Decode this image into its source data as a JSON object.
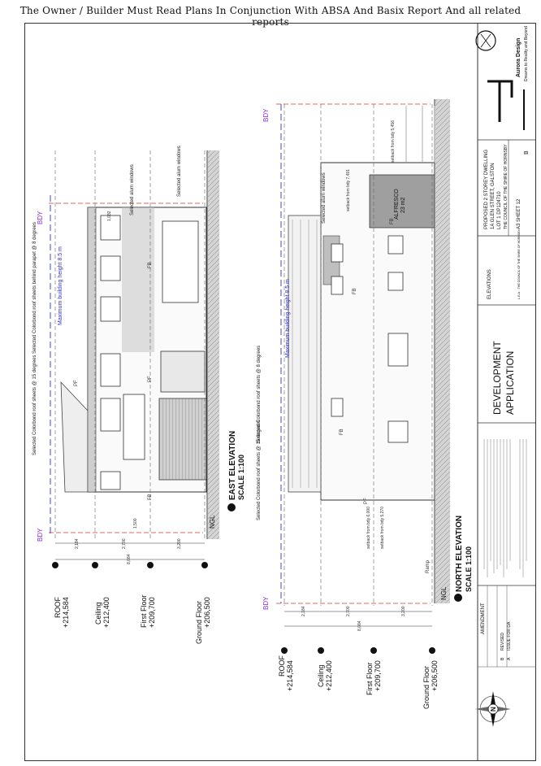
{
  "notice": "The Owner / Builder Must Read Plans In Conjunction With ABSA And Basix Report And all related reports",
  "east": {
    "title": "EAST ELEVATION",
    "scale": "SCALE 1:100",
    "levels": [
      {
        "name": "ROOF",
        "value": "+214,584"
      },
      {
        "name": "Ceiling",
        "value": "+212,400"
      },
      {
        "name": "First Floor",
        "value": "+209,700"
      },
      {
        "name": "Ground Floor",
        "value": "+206,500"
      }
    ],
    "dims": [
      "2,184",
      "2,700",
      "3,200",
      "8,084"
    ],
    "notes": [
      "Selected Colorbond roof sheets @ 15 degrees",
      "Selected Colorbond roof sheets behind parapet @ 8 degrees",
      "Selected alum windows",
      "Selected alum windows"
    ],
    "max_height": "Maximum building height 8.5 m",
    "bdy": "BDY",
    "ngl": "NGL",
    "pf": "PF",
    "fb": "FB",
    "d1500": "1,500",
    "d1032": "1,032"
  },
  "north": {
    "title": "NORTH ELEVATION",
    "scale": "SCALE 1:100",
    "levels": [
      {
        "name": "ROOF",
        "value": "+214,584"
      },
      {
        "name": "Ceiling",
        "value": "+212,400"
      },
      {
        "name": "First Floor",
        "value": "+209,700"
      },
      {
        "name": "Ground Floor",
        "value": "+206,500"
      }
    ],
    "dims": [
      "2,184",
      "2,700",
      "3,200",
      "8,084"
    ],
    "notes": [
      "Selected Colorbond roof sheets @ 15 degrees",
      "Selected Colorbond roof sheets @ 8 degrees",
      "Selected alum windows"
    ],
    "max_height": "Maximum building height 8.5 m",
    "setbacks": [
      "setback from bdy 6,000",
      "setback from bdy 5,270",
      "setback from bdy 7,491",
      "setback from bdy 5,456"
    ],
    "alfresco": "ALFRESCO",
    "alfresco_area": "23 m2",
    "ramp": "Ramp",
    "bdy": "BDY",
    "ngl": "NGL",
    "pf": "PF",
    "fb": "FB"
  },
  "title_block": {
    "logo_name": "Aurora Design",
    "logo_tag": "Dreams to Reality and Beyond",
    "project_lines": [
      "PROPOSED 2 STOREY DWELLING",
      "1A GLEN STREET, GALSTON",
      "LOT 1 DP124710",
      "THE COUNCIL OF THE SHIRE OF HORNSBY"
    ],
    "sheet_label": "A3 SHEET 12",
    "revision": "B",
    "drawing_title": "ELEVATIONS",
    "lga": "L.G.A. : THE COUNCIL OF THE SHIRE OF HORNSBY",
    "application": [
      "DEVELOPMENT",
      "APPLICATION"
    ],
    "amendment_header": "AMENDMENT",
    "amendments": [
      {
        "rev": "B",
        "desc": "REVISED"
      },
      {
        "rev": "A",
        "desc": "ISSUE FOR DA"
      }
    ]
  },
  "compass": {
    "north": "N"
  }
}
